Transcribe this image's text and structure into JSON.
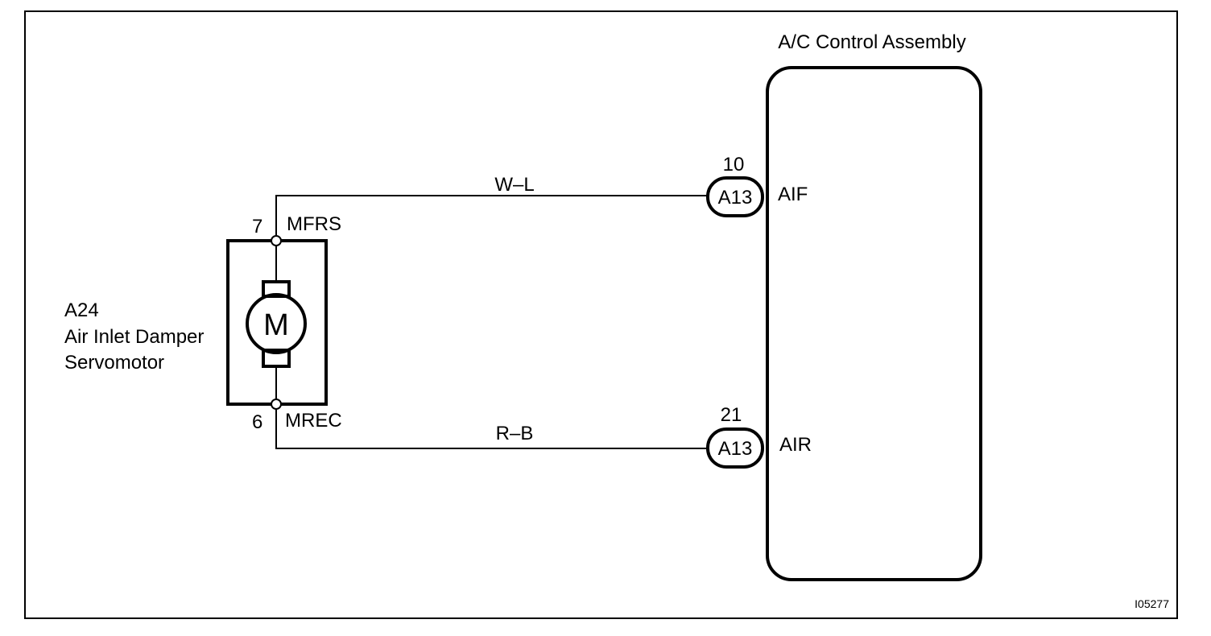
{
  "diagram_id": "I05277",
  "assembly": {
    "title": "A/C Control Assembly"
  },
  "servomotor": {
    "code": "A24",
    "name_line1": "Air Inlet Damper",
    "name_line2": "Servomotor",
    "motor_symbol": "M",
    "terminal_top": {
      "pin": "7",
      "name": "MFRS"
    },
    "terminal_bottom": {
      "pin": "6",
      "name": "MREC"
    }
  },
  "wires": [
    {
      "color_code": "W–L",
      "connector": "A13",
      "pin": "10",
      "signal": "AIF"
    },
    {
      "color_code": "R–B",
      "connector": "A13",
      "pin": "21",
      "signal": "AIR"
    }
  ]
}
